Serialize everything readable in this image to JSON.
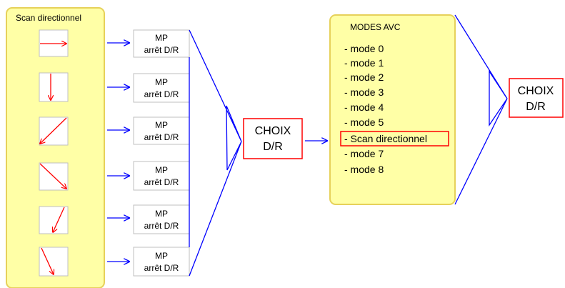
{
  "scan_panel": {
    "title": "Scan directionnel",
    "thumbnails": [
      {
        "name": "horizontal-right-arrow-icon"
      },
      {
        "name": "vertical-down-arrow-icon"
      },
      {
        "name": "diagonal-down-left-arrow-icon"
      },
      {
        "name": "diagonal-down-right-arrow-icon"
      },
      {
        "name": "steep-down-left-arrow-icon"
      },
      {
        "name": "steep-down-right-arrow-icon"
      }
    ]
  },
  "mp_boxes": [
    {
      "line1": "MP",
      "line2": "arrêt D/R"
    },
    {
      "line1": "MP",
      "line2": "arrêt D/R"
    },
    {
      "line1": "MP",
      "line2": "arrêt D/R"
    },
    {
      "line1": "MP",
      "line2": "arrêt D/R"
    },
    {
      "line1": "MP",
      "line2": "arrêt D/R"
    },
    {
      "line1": "MP",
      "line2": "arrêt D/R"
    }
  ],
  "choix_middle": {
    "line1": "CHOIX",
    "line2": "D/R"
  },
  "modes_panel": {
    "title": "MODES AVC",
    "items": [
      "- mode 0",
      "- mode 1",
      "- mode 2",
      "- mode 3",
      "- mode 4",
      "- mode 5",
      "- Scan directionnel",
      "- mode 7",
      "- mode 8"
    ],
    "highlighted_index": 6
  },
  "choix_right": {
    "line1": "CHOIX",
    "line2": "D/R"
  },
  "colors": {
    "panel_fill": "#ffffa6",
    "panel_border": "#e6d15a",
    "arrow_blue": "#0000ff",
    "scan_red": "#ff0000"
  }
}
